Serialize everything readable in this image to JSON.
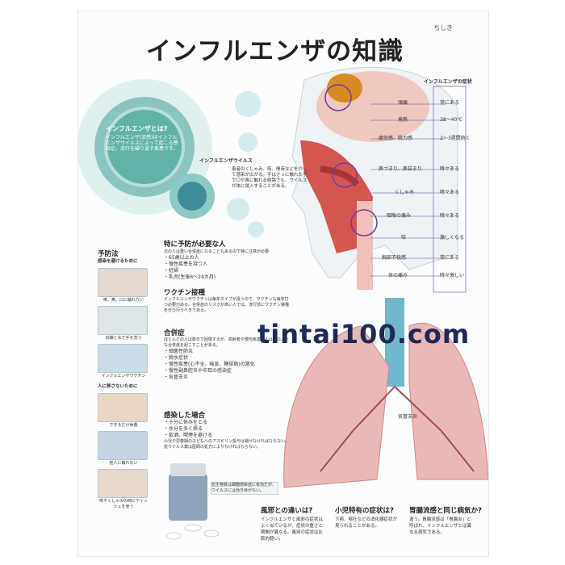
{
  "title": "インフルエンザの知識",
  "title_ruby": "ちしき",
  "influenza_callout": {
    "heading": "インフルエンザとは?",
    "body": "インフルエンザ(流感)はインフルエンザウイルスによって起こる感染症。流行を繰り返す疾患です。"
  },
  "virus_label": "インフルエンザウイルス",
  "virus_text": "患者のくしゃみ、咳、唾液などを介して感染が広がる。手はさっに触れた手で口や鼻に触れる経路でも、ウイルスが体に侵入することがある。",
  "symptoms": {
    "header": "インフルエンザの症状",
    "items": [
      {
        "part": "頭痛",
        "level": "常にある"
      },
      {
        "part": "発熱",
        "level": "38～40℃"
      },
      {
        "part": "疲労感、脱力感",
        "level": "2～3週間続く"
      },
      {
        "part": "鼻づまり、鼻詰まり",
        "level": "時々ある"
      },
      {
        "part": "くしゃみ",
        "level": "時々ある"
      },
      {
        "part": "咽喉の痛み",
        "level": "時々ある"
      },
      {
        "part": "咳",
        "level": "激しくなる"
      },
      {
        "part": "胸部不快感",
        "level": "常にある"
      },
      {
        "part": "体の痛み",
        "level": "時々激しい"
      }
    ],
    "airway_label": "気管支炎"
  },
  "prevention": {
    "heading": "予防法",
    "subheading": "感染を避けるために",
    "captions": [
      "咳、鼻、口に触れない",
      "石鹸と水で手を洗う",
      "インフルエンザワクチン"
    ],
    "sub2": "人に移さないために",
    "captions2": [
      "できるだけ休養",
      "他人に触れない",
      "咳やくしゃみの時にティッシュを使う"
    ]
  },
  "priority": {
    "heading": "特に予防が必要な人",
    "lead": "次の人は重い合併症になることもあるので特に注意が必要",
    "items": [
      "・65歳以上の人",
      "・慢性疾患を持つ人",
      "・妊婦",
      "・乳児(生後6～24カ月)"
    ]
  },
  "vaccine": {
    "heading": "ワクチン接種",
    "body": "インフルエンザワクチンは毎年タイプが違うので、ワクチンも毎年打つ必要がある。合併症のリスクが高い人では、流行前にワクチン接種をぜひ行うべきである。"
  },
  "complications": {
    "heading": "合併症",
    "body": "ほとんどの人は数日で回復するが、高齢者や慢性疾患の人は次のような合併症を起こすことがある。",
    "items": [
      "・細菌性肺炎",
      "・脱水症状",
      "・慢性疾患(心不全、喘息、糖尿病)の悪化",
      "・慢性副鼻腔炎や中耳の感染症",
      "・気管支炎"
    ]
  },
  "infected": {
    "heading": "感染した場合",
    "items": [
      "・十分に休みをとる",
      "・水分を多く摂る",
      "・飲酒、喫煙を避ける"
    ],
    "body": "小児や思春期の子どもへのアスピリン投与は避けなければならない。抗ウイルス薬は医師の処方によりなければならない。"
  },
  "medicine_note": "抗生物質は細菌感染症に有効だが、ウイルスには効き目がない。",
  "watermark": "tintai100.com",
  "bottom": [
    {
      "heading": "風邪との違いは?",
      "body": "インフルエンザと風邪の症状はよく似ているが、症状の重さと期間が異なる。風邪の症状は比較的軽い。"
    },
    {
      "heading": "小児特有の症状は?",
      "body": "下痢、嘔吐などの消化器症状が見られることがある。"
    },
    {
      "heading": "胃腸流感と同じ病気か?",
      "body": "違う。胃腸流感は「胃腸炎」と呼ばれ、インフルエンザとは異なる病気である。"
    }
  ]
}
